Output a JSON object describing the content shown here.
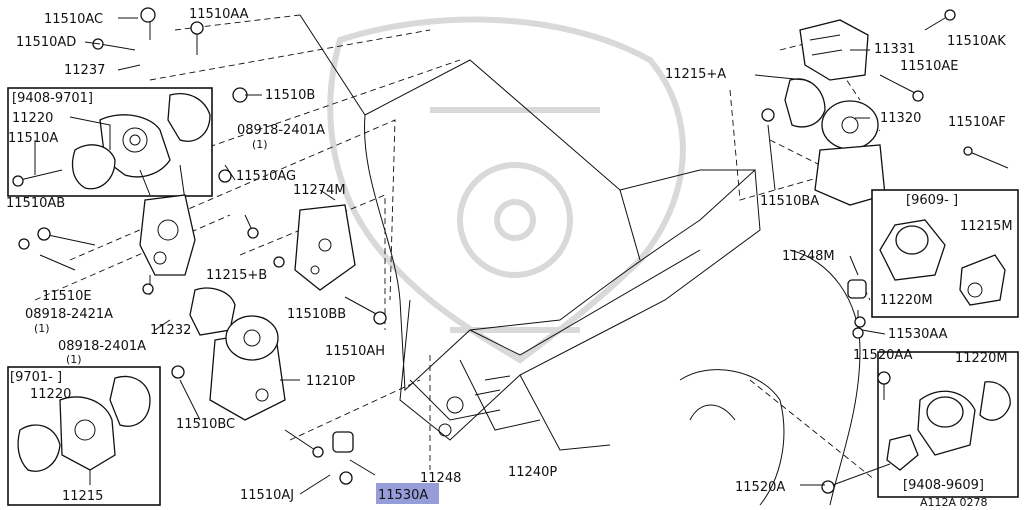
{
  "diagram": {
    "footer_code": "A112A 0278",
    "highlight_part": "11530A",
    "labels": [
      "11510AC",
      "11510AA",
      "11510AD",
      "11237",
      "[9408-9701]",
      "11510B",
      "11220",
      "08918-2401A",
      "(1)",
      "11510A",
      "11510AB",
      "11510AG",
      "11274M",
      "11215+B",
      "11510E",
      "08918-2421A",
      "(1)",
      "11232",
      "11510BB",
      "08918-2401A",
      "(1)",
      "11510AH",
      "[9701-      ]",
      "11220",
      "11210P",
      "11510BC",
      "11215",
      "11510AJ",
      "11530A",
      "11248",
      "11240P",
      "11331",
      "11510AK",
      "11215+A",
      "11510AE",
      "11320",
      "11510AF",
      "11510BA",
      "[9609-      ]",
      "11215M",
      "11248M",
      "11220M",
      "11530AA",
      "11520AA",
      "11220M",
      "11520A",
      "[9408-9609]"
    ]
  }
}
